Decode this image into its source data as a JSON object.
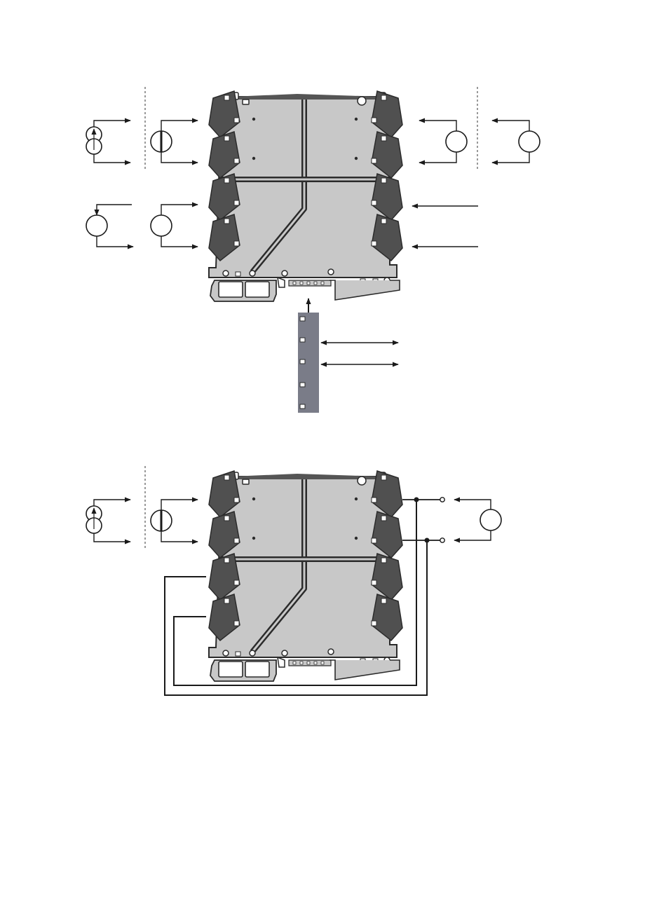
{
  "colors": {
    "background": "#ffffff",
    "line": "#1a1a1a",
    "housing_body": "#c8c8c8",
    "housing_outline": "#2b2b2b",
    "terminal_dark": "#505050",
    "top_strip": "#555555",
    "bus_connector": "#7a7c88",
    "dashed_separator": "#333333"
  },
  "icons": [
    "current-source-icon",
    "voltage-source-icon",
    "load-icon",
    "arrow-icon",
    "junction-dot-icon",
    "open-terminal-icon"
  ],
  "diagrams": [
    {
      "id": "diagram-1",
      "variant": "standard-wiring",
      "has_bus_connector": true,
      "has_bridge_wiring": false
    },
    {
      "id": "diagram-2",
      "variant": "loop-powered-wiring",
      "has_bus_connector": false,
      "has_bridge_wiring": true
    }
  ]
}
